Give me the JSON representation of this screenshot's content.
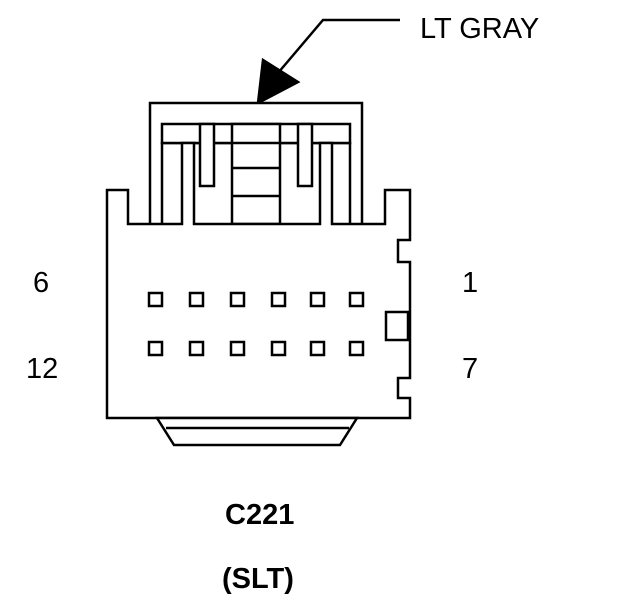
{
  "callout": {
    "color_label": "LT GRAY"
  },
  "pins": {
    "top_left": "6",
    "top_right": "1",
    "bottom_left": "12",
    "bottom_right": "7"
  },
  "connector": {
    "id": "C221",
    "variant": "(SLT)"
  }
}
